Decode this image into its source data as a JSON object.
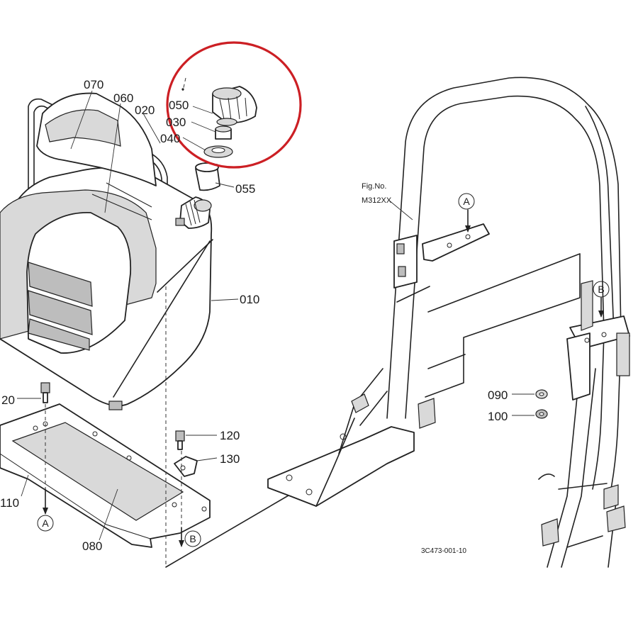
{
  "part_labels": {
    "p070": "070",
    "p060": "060",
    "p020": "020",
    "p050": "050",
    "p030": "030",
    "p040": "040",
    "p055": "055",
    "p010": "010",
    "p020b": "20",
    "p110": "110",
    "p080": "080",
    "p120": "120",
    "p130": "130",
    "p090": "090",
    "p100": "100"
  },
  "ref_markers": {
    "a1": "A",
    "a2": "A",
    "b1": "B",
    "b2": "B"
  },
  "figure_ref": {
    "line1": "Fig.No.",
    "line2": "M312XX"
  },
  "drawing_code": "3C473-001-10",
  "highlight_color": "#cc1f24",
  "icons": [
    "red-highlight-circle"
  ]
}
